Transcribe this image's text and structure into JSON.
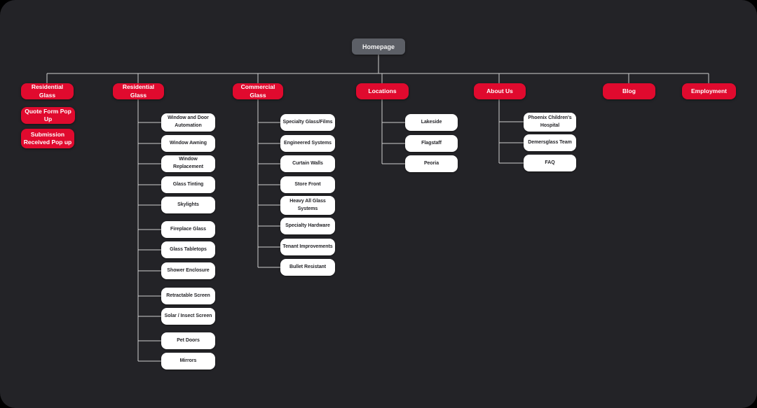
{
  "colors": {
    "background": "#232327",
    "accent_red": "#e00a2e",
    "homepage_gray": "#5c5f66",
    "node_white": "#ffffff",
    "connector_line": "#cfcfcf"
  },
  "diagram": {
    "type": "sitemap-tree",
    "root": {
      "label": "Homepage"
    },
    "branches": [
      {
        "label": "Residential Glass",
        "style": "red",
        "children": [
          "Quote Form Pop Up",
          "Submission Received Pop up"
        ]
      },
      {
        "label": "Residential Glass",
        "style": "red",
        "children": [
          "Window and Door Automation",
          "Window Awning",
          "Window Replacement",
          "Glass Tinting",
          "Skylights",
          "Fireplace Glass",
          "Glass Tabletops",
          "Shower Enclosure",
          "Retractable Screen",
          "Solar / Insect Screen",
          "Pet Doors",
          "Mirrors"
        ]
      },
      {
        "label": "Commercial Glass",
        "style": "red",
        "children": [
          "Specialty Glass/Films",
          "Engineered Systems",
          "Curtain Walls",
          "Store Front",
          "Heavy All Glass Systems",
          "Specialty Hardware",
          "Tenant Improvements",
          "Bullet Resistant"
        ]
      },
      {
        "label": "Locations",
        "style": "red",
        "children": [
          "Lakeside",
          "Flagstaff",
          "Peoria"
        ]
      },
      {
        "label": "About Us",
        "style": "red",
        "children": [
          "Phoenix Children's Hospital",
          "Demersglass Team",
          "FAQ"
        ]
      },
      {
        "label": "Blog",
        "style": "red",
        "children": []
      },
      {
        "label": "Employment",
        "style": "red",
        "children": []
      }
    ]
  }
}
